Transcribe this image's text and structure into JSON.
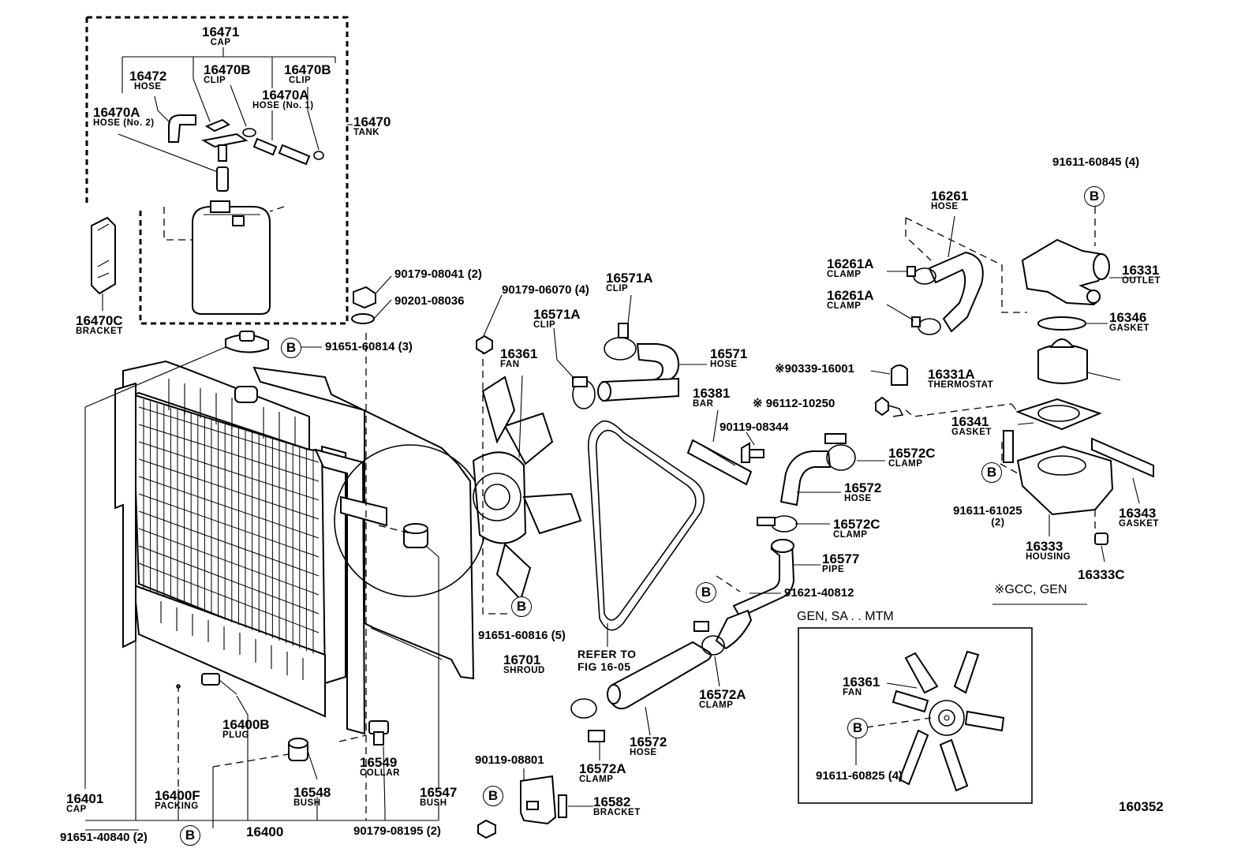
{
  "figure_id": "160352",
  "labels": [
    {
      "id": "l-16471",
      "pn": "16471",
      "nm": "CAP"
    },
    {
      "id": "l-16472",
      "pn": "16472",
      "nm": "HOSE"
    },
    {
      "id": "l-16470B-a",
      "pn": "16470B",
      "nm": "CLIP"
    },
    {
      "id": "l-16470B-b",
      "pn": "16470B",
      "nm": "CLIP"
    },
    {
      "id": "l-16470A-1",
      "pn": "16470A",
      "nm": "HOSE (No. 1)"
    },
    {
      "id": "l-16470A-2",
      "pn": "16470A",
      "nm": "HOSE (No. 2)"
    },
    {
      "id": "l-16470",
      "pn": "16470",
      "nm": "TANK"
    },
    {
      "id": "l-16470C",
      "pn": "16470C",
      "nm": "BRACKET"
    },
    {
      "id": "l-90179-08041",
      "pn": "90179-08041 (2)",
      "nm": ""
    },
    {
      "id": "l-90201-08036",
      "pn": "90201-08036",
      "nm": ""
    },
    {
      "id": "l-91651-60814",
      "pn": "91651-60814 (3)",
      "nm": ""
    },
    {
      "id": "l-90179-06070",
      "pn": "90179-06070 (4)",
      "nm": ""
    },
    {
      "id": "l-16361",
      "pn": "16361",
      "nm": "FAN"
    },
    {
      "id": "l-16571A-a",
      "pn": "16571A",
      "nm": "CLIP"
    },
    {
      "id": "l-16571A-b",
      "pn": "16571A",
      "nm": "CLIP"
    },
    {
      "id": "l-16571",
      "pn": "16571",
      "nm": "HOSE"
    },
    {
      "id": "l-16381",
      "pn": "16381",
      "nm": "BAR"
    },
    {
      "id": "l-90119-08344",
      "pn": "90119-08344",
      "nm": ""
    },
    {
      "id": "l-16572C-a",
      "pn": "16572C",
      "nm": "CLAMP"
    },
    {
      "id": "l-16572",
      "pn": "16572",
      "nm": "HOSE"
    },
    {
      "id": "l-16572C-b",
      "pn": "16572C",
      "nm": "CLAMP"
    },
    {
      "id": "l-16577",
      "pn": "16577",
      "nm": "PIPE"
    },
    {
      "id": "l-91621-40812",
      "pn": "91621-40812",
      "nm": ""
    },
    {
      "id": "l-16261",
      "pn": "16261",
      "nm": "HOSE"
    },
    {
      "id": "l-16261A-a",
      "pn": "16261A",
      "nm": "CLAMP"
    },
    {
      "id": "l-16261A-b",
      "pn": "16261A",
      "nm": "CLAMP"
    },
    {
      "id": "l-91611-60845",
      "pn": "91611-60845 (4)",
      "nm": ""
    },
    {
      "id": "l-16331",
      "pn": "16331",
      "nm": "OUTLET"
    },
    {
      "id": "l-16346",
      "pn": "16346",
      "nm": "GASKET"
    },
    {
      "id": "l-90339-16001",
      "pn": "※90339-16001",
      "nm": ""
    },
    {
      "id": "l-16331A",
      "pn": "16331A",
      "nm": "THERMOSTAT"
    },
    {
      "id": "l-96112-10250",
      "pn": "※ 96112-10250",
      "nm": ""
    },
    {
      "id": "l-16341",
      "pn": "16341",
      "nm": "GASKET"
    },
    {
      "id": "l-91611-61025",
      "pn": "91611-61025",
      "nm": "(2)"
    },
    {
      "id": "l-16343",
      "pn": "16343",
      "nm": "GASKET"
    },
    {
      "id": "l-16333",
      "pn": "16333",
      "nm": "HOUSING"
    },
    {
      "id": "l-16333C",
      "pn": "16333C",
      "nm": ""
    },
    {
      "id": "l-gcc",
      "pn": "※GCC, GEN",
      "nm": ""
    },
    {
      "id": "l-gen",
      "pn": "GEN, SA . . MTM",
      "nm": ""
    },
    {
      "id": "l-16361-b",
      "pn": "16361",
      "nm": "FAN"
    },
    {
      "id": "l-91611-60825",
      "pn": "91611-60825 (4)",
      "nm": ""
    },
    {
      "id": "l-91651-60816",
      "pn": "91651-60816 (5)",
      "nm": ""
    },
    {
      "id": "l-16701",
      "pn": "16701",
      "nm": "SHROUD"
    },
    {
      "id": "l-refer",
      "pn": "REFER TO",
      "nm": "FIG 16-05"
    },
    {
      "id": "l-16572A-a",
      "pn": "16572A",
      "nm": "CLAMP"
    },
    {
      "id": "l-16572-b",
      "pn": "16572",
      "nm": "HOSE"
    },
    {
      "id": "l-16572A-b",
      "pn": "16572A",
      "nm": "CLAMP"
    },
    {
      "id": "l-90119-08801",
      "pn": "90119-08801",
      "nm": ""
    },
    {
      "id": "l-16582",
      "pn": "16582",
      "nm": "BRACKET"
    },
    {
      "id": "l-90179-08195",
      "pn": "90179-08195 (2)",
      "nm": ""
    },
    {
      "id": "l-16400B",
      "pn": "16400B",
      "nm": "PLUG"
    },
    {
      "id": "l-16549",
      "pn": "16549",
      "nm": "COLLAR"
    },
    {
      "id": "l-16548",
      "pn": "16548",
      "nm": "BUSH"
    },
    {
      "id": "l-16547",
      "pn": "16547",
      "nm": "BUSH"
    },
    {
      "id": "l-16401",
      "pn": "16401",
      "nm": "CAP"
    },
    {
      "id": "l-16400F",
      "pn": "16400F",
      "nm": "PACKING"
    },
    {
      "id": "l-16400",
      "pn": "16400",
      "nm": ""
    },
    {
      "id": "l-91651-40840",
      "pn": "91651-40840 (2)",
      "nm": ""
    }
  ],
  "markers": [
    {
      "id": "m-b1",
      "text": "B"
    },
    {
      "id": "m-b2",
      "text": "B"
    },
    {
      "id": "m-b3",
      "text": "B"
    },
    {
      "id": "m-b4",
      "text": "B"
    },
    {
      "id": "m-b5",
      "text": "B"
    },
    {
      "id": "m-b6",
      "text": "B"
    },
    {
      "id": "m-b7",
      "text": "B"
    },
    {
      "id": "m-b8",
      "text": "B"
    }
  ]
}
